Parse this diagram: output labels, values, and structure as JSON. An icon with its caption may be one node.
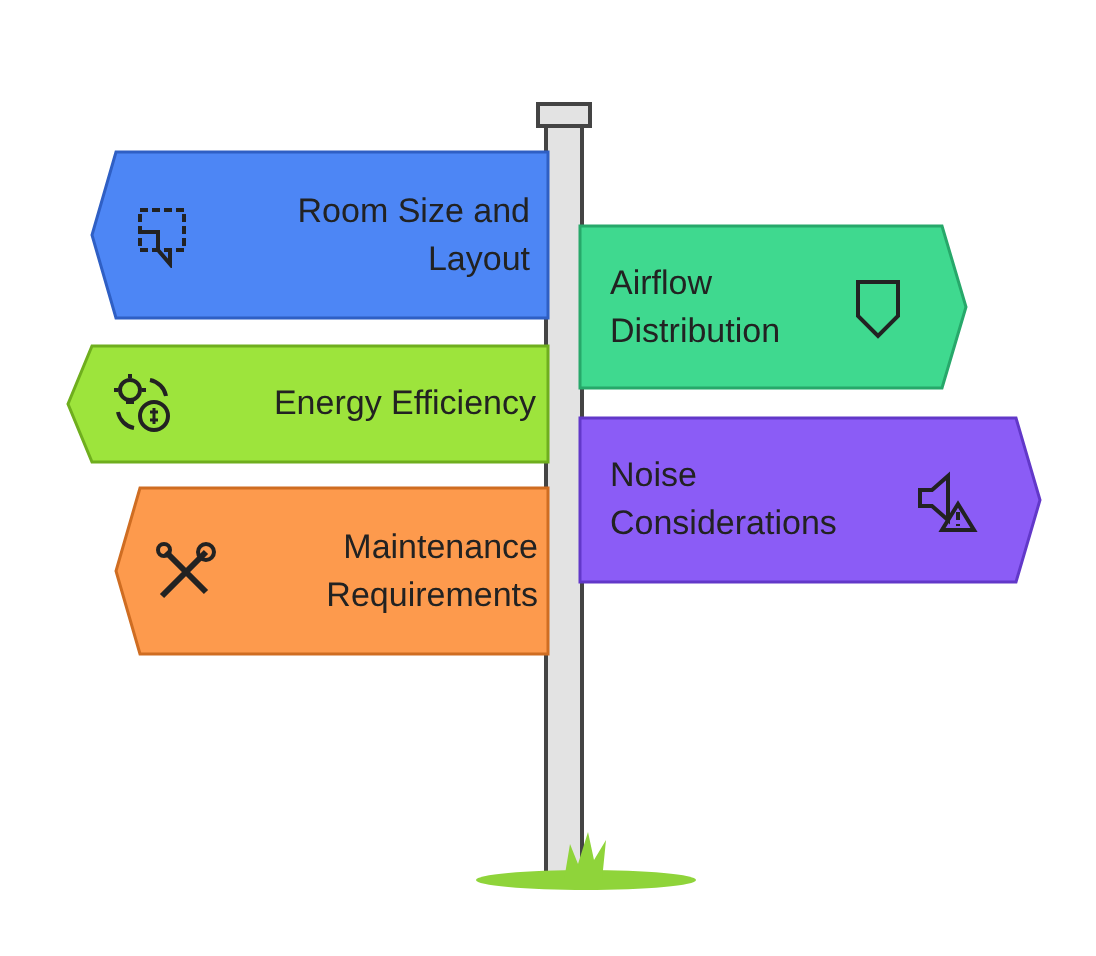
{
  "diagram": {
    "nodes": [
      {
        "text": [
          "Room Size and Layout"
        ]
      },
      {
        "text": [
          "Airflow Distribution"
        ]
      },
      {
        "text": [
          "Energy Efficiency"
        ]
      },
      {
        "text": [
          "Noise Considerations"
        ]
      },
      {
        "text": [
          "Maintenance Requirements"
        ]
      }
    ]
  }
}
